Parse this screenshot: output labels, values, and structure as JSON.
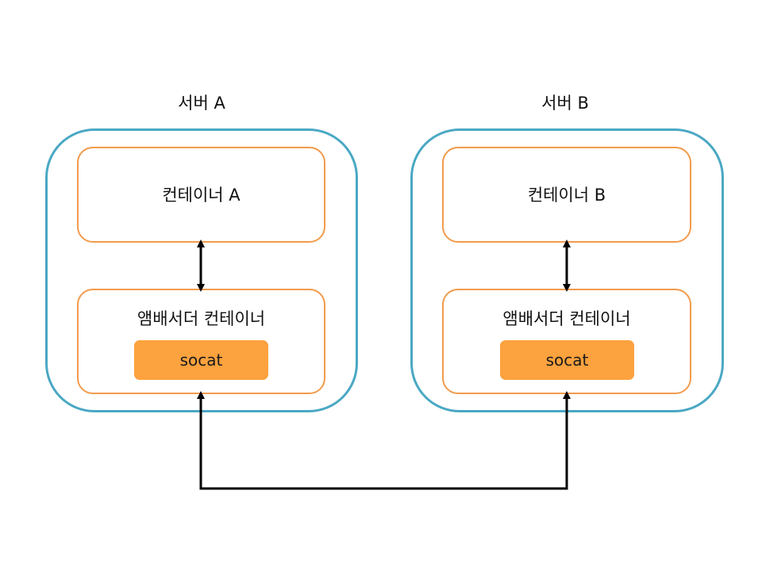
{
  "servers": [
    {
      "title": "서버 A",
      "top_container": {
        "label": "컨테이너 A"
      },
      "ambassador_container": {
        "label": "앰배서더 컨테이너",
        "socat": "socat"
      }
    },
    {
      "title": "서버 B",
      "top_container": {
        "label": "컨테이너 B"
      },
      "ambassador_container": {
        "label": "앰배서더 컨테이너",
        "socat": "socat"
      }
    }
  ],
  "colors": {
    "server_border": "#4aa8c4",
    "container_border": "#f29b4c",
    "socat_fill": "#fca23e",
    "arrow": "#000000"
  }
}
